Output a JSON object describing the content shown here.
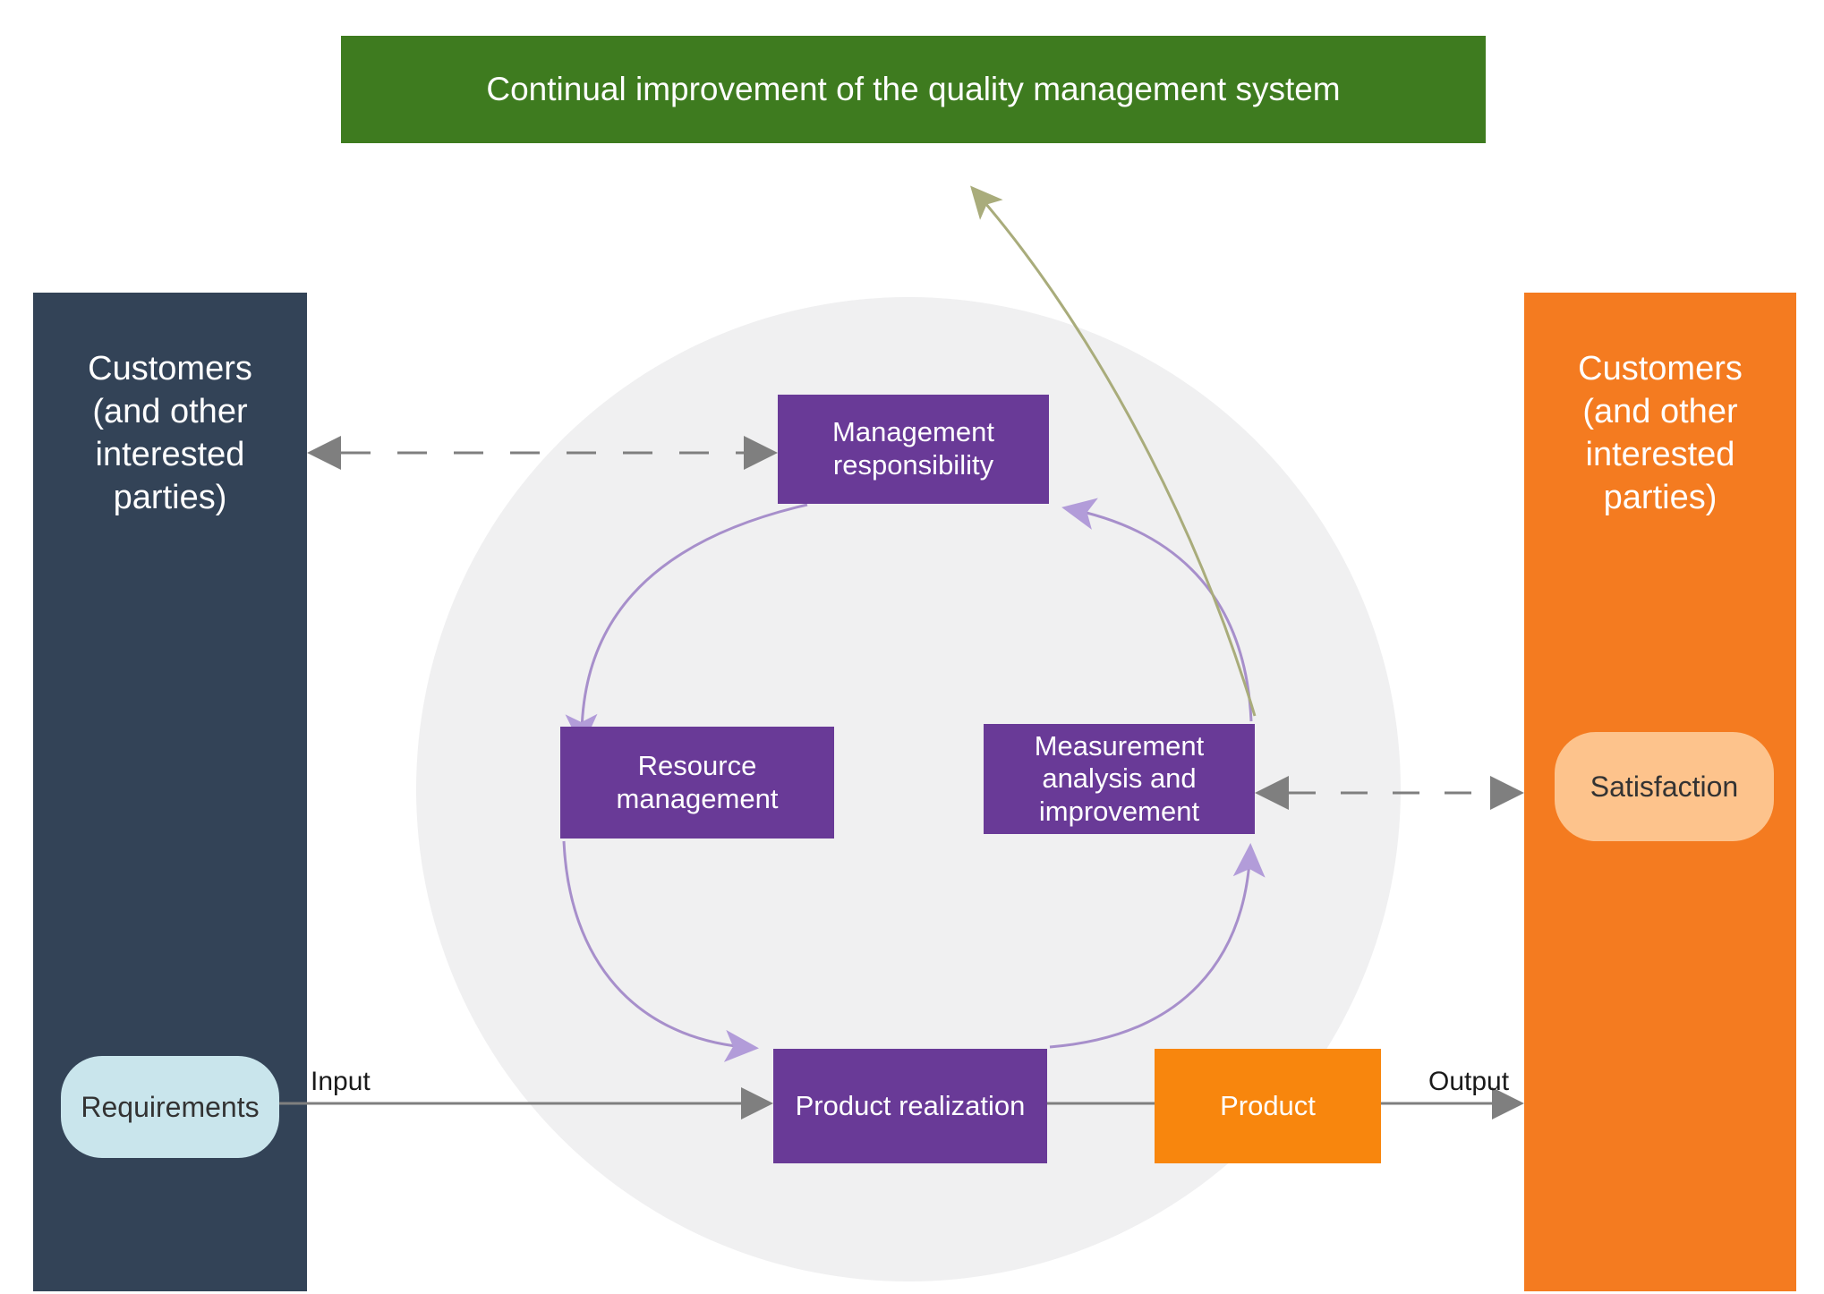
{
  "banner": {
    "label": "Continual improvement of the quality management system"
  },
  "left_column": {
    "lines": [
      "Customers",
      "(and other",
      "interested",
      "parties)"
    ]
  },
  "right_column": {
    "lines": [
      "Customers",
      "(and other",
      "interested",
      "parties)"
    ]
  },
  "nodes": {
    "management_responsibility": {
      "label": "Management responsibility"
    },
    "resource_management": {
      "label": "Resource management"
    },
    "measurement_analysis": {
      "label": "Measurement analysis and improvement"
    },
    "product_realization": {
      "label": "Product realization"
    },
    "product": {
      "label": "Product"
    },
    "requirements": {
      "label": "Requirements"
    },
    "satisfaction": {
      "label": "Satisfaction"
    }
  },
  "flow_labels": {
    "input": "Input",
    "output": "Output"
  },
  "colors": {
    "banner_green": "#3E7B1F",
    "column_navy": "#334357",
    "column_orange": "#F47B20",
    "node_purple": "#693A97",
    "product_orange": "#F8860D",
    "requirements_blue": "#C9E5EC",
    "satisfaction_peach": "#FDC38C",
    "cycle_arrow_purple": "#A78FCB",
    "improvement_arrow_olive": "#A9AC7B",
    "flow_arrow_gray": "#7F7F7F",
    "circle_gray": "#F0F0F1"
  }
}
